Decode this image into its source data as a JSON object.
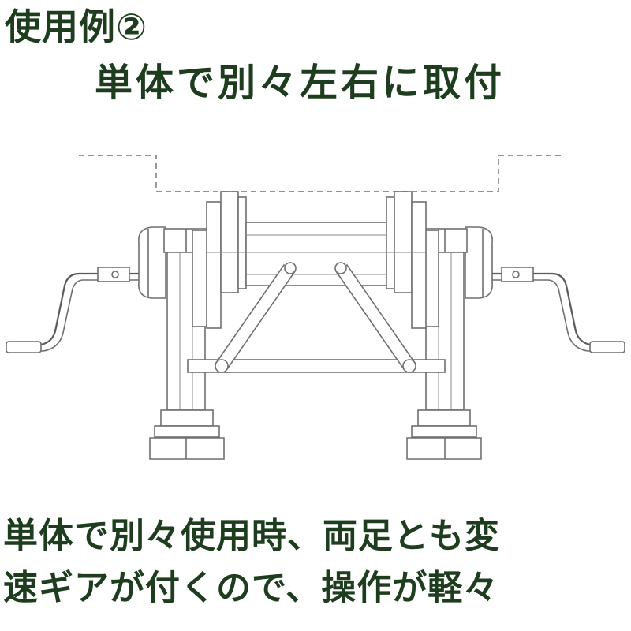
{
  "title": {
    "line1": "使用例②",
    "line2": "単体で別々左右に取付"
  },
  "caption": {
    "line1": "単体で別々使用時、両足とも変",
    "line2": "速ギアが付くので、操作が軽々"
  }
}
